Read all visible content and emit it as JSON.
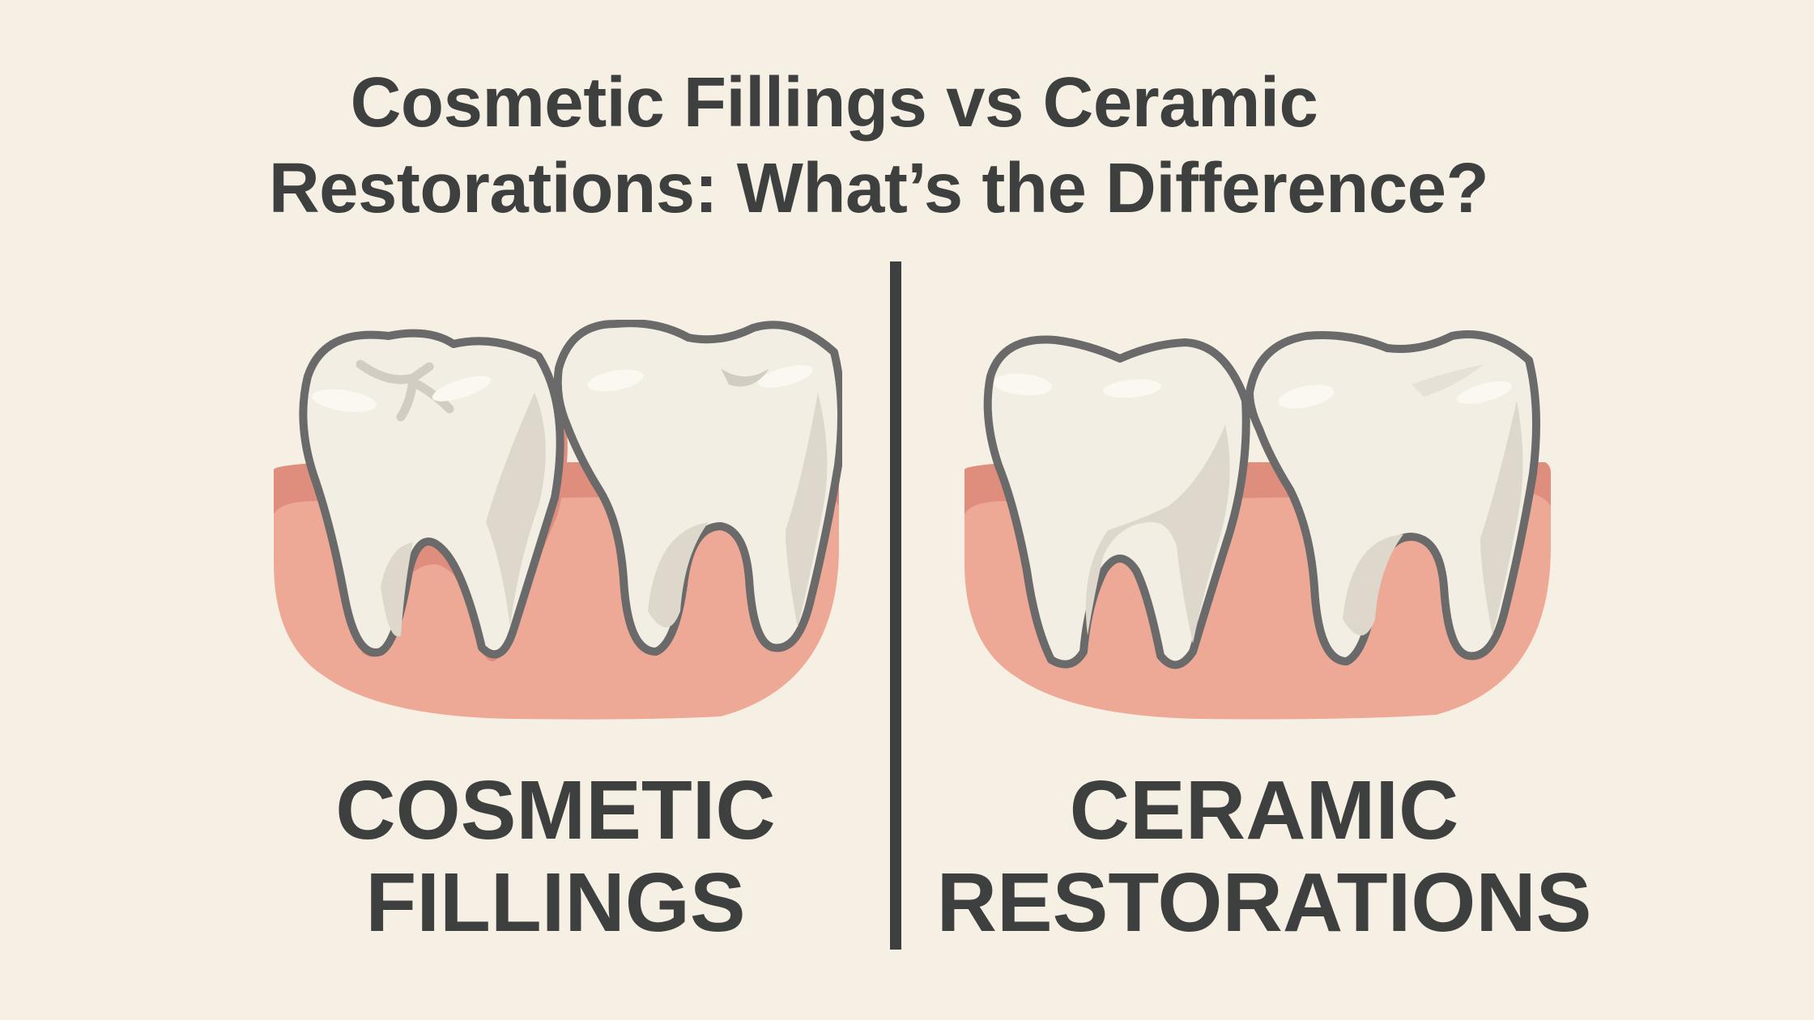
{
  "title": {
    "line1": "Cosmetic Fillings vs Ceramic",
    "line2": "Restorations: What’s the Difference?"
  },
  "panels": [
    {
      "id": "cosmetic-fillings",
      "label_line1": "COSMETIC",
      "label_line2": "FILLINGS",
      "illustration": "two molars in gum, left molar shows fissure filling mark"
    },
    {
      "id": "ceramic-restorations",
      "label_line1": "CERAMIC",
      "label_line2": "RESTORATIONS",
      "illustration": "two clean molars in gum"
    }
  ],
  "colors": {
    "background": "#f6efe3",
    "text": "#3d403f",
    "gum_light": "#eda896",
    "gum_dark": "#df8d7c",
    "tooth_fill": "#f3eee4",
    "tooth_shade": "#ddd8cb",
    "tooth_outline": "#6a6a6a",
    "divider": "#3d403f"
  }
}
